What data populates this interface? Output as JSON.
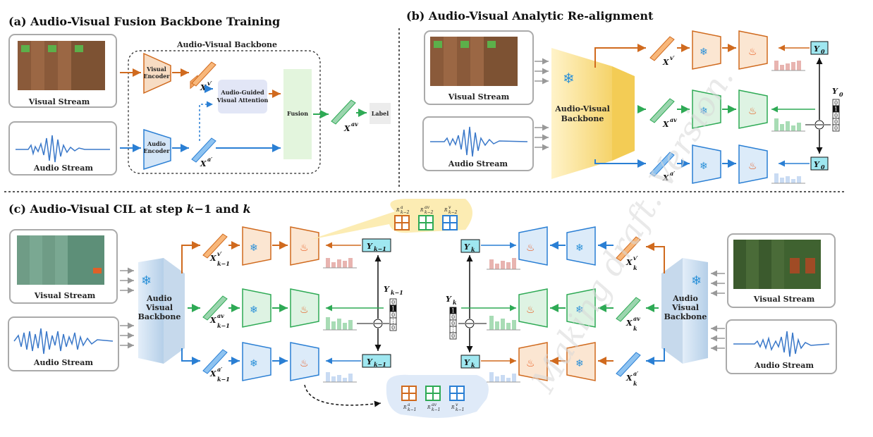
{
  "panels": {
    "a": {
      "title": "(a) Audio-Visual Fusion Backbone Training",
      "backbone_label": "Audio-Visual Backbone"
    },
    "b": {
      "title": "(b) Audio-Visual Analytic Re-alignment"
    },
    "c": {
      "title_prefix": "(c) Audio-Visual CIL at step ",
      "title_k1": "k",
      "title_minus": "−1",
      "title_and": " and ",
      "title_k": "k"
    }
  },
  "labels": {
    "visual_stream": "Visual Stream",
    "audio_stream": "Audio Stream",
    "visual_encoder_1": "Visual",
    "visual_encoder_2": "Encoder",
    "audio_encoder_1": "Audio",
    "audio_encoder_2": "Encoder",
    "attention_1": "Audio-Guided",
    "attention_2": "Visual Attention",
    "fusion": "Fusion",
    "label": "Label",
    "av_backbone_1": "Audio-Visual",
    "av_backbone_2": "Backbone",
    "backbone_c_1": "Audio",
    "backbone_c_2": "Visual",
    "backbone_c_3": "Backbone"
  },
  "vars": {
    "X": "X",
    "sup_v": "v′",
    "sup_a": "a′",
    "sup_av": "av",
    "Y0": "Y",
    "sub0": "0",
    "Yk1": "Y",
    "subk1": "k−1",
    "Yk": "Y",
    "subk": "k",
    "R": "R",
    "Rav": "av",
    "Rv": "v",
    "Ra": "a",
    "Rsub_k2": "k−2",
    "Rsub_k1": "k−1"
  },
  "onehot": {
    "b": [
      "0",
      "1",
      "0",
      "0",
      "0"
    ],
    "c_left": [
      "0",
      "1",
      "0",
      "⋮",
      "0"
    ],
    "c_right": [
      "1",
      "0",
      "0",
      "⋮",
      "0"
    ]
  },
  "colors": {
    "visual": "#d06a1e",
    "audio_visual": "#2eaa55",
    "audio": "#2a7fd4",
    "backbone": "#fbe39a"
  },
  "watermark": "Making draft. Version."
}
